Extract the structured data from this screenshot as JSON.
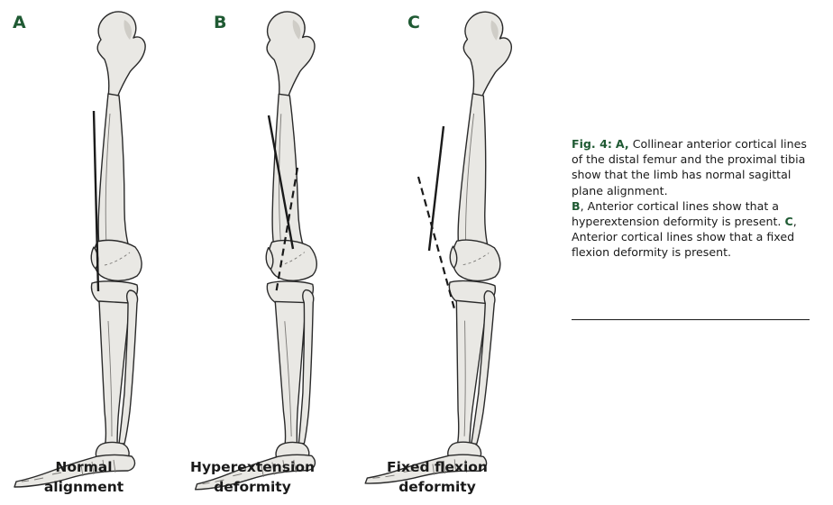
{
  "panels": [
    {
      "letter": "A",
      "label_line1": "Normal",
      "label_line2": "alignment"
    },
    {
      "letter": "B",
      "label_line1": "Hyperextension",
      "label_line2": "deformity"
    },
    {
      "letter": "C",
      "label_line1": "Fixed flexion",
      "label_line2": "deformity"
    }
  ],
  "caption": {
    "fig_label": "Fig. 4:",
    "a_letter": "A,",
    "a_text": " Collinear anterior cortical lines of the distal femur and the proximal tibia show that the limb has normal sagittal plane alignment.",
    "b_letter": "B",
    "b_text": ", Anterior cortical lines show that a hyperextension deformity is present.",
    "c_letter": "C",
    "c_text": ", Anterior cortical lines show that a fixed flexion deformity is present."
  },
  "colors": {
    "accent_green": "#1f5a33",
    "bone_fill": "#e9e8e4",
    "outline": "#2a2a2a"
  }
}
